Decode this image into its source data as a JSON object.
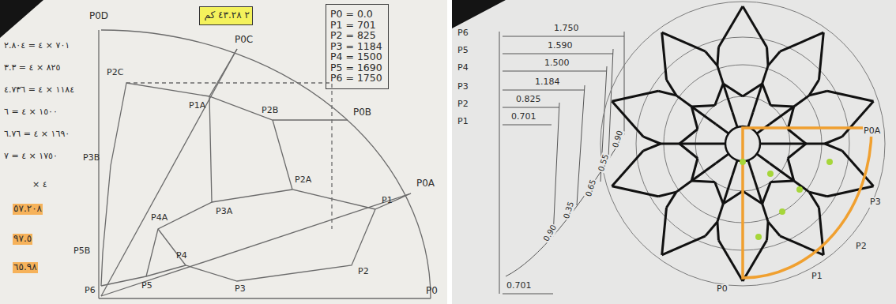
{
  "diagram": {
    "nodes": [
      {
        "text": [
          "P0 = 0.0",
          "P1 = 701",
          "P2 = 825",
          "P3 = 1184",
          "P4 = 1500",
          "P5 = 1690",
          "P6 = 1750"
        ]
      },
      {
        "text": [
          "٢ ٤٣.٢٨ كم"
        ]
      }
    ],
    "labels": [
      "P0D",
      "P0C",
      "P0B",
      "P0A",
      "P0",
      "P1",
      "P2",
      "P3",
      "P4",
      "P5",
      "P6",
      "P5B",
      "P4A",
      "P3A",
      "P3B",
      "P2C",
      "P1A",
      "P2B",
      "P2A",
      "٧٠١ × ٤ = ٢.٨٠٤",
      "٨٢٥ × ٤ = ٣.٣",
      "١١٨٤ × ٤ = ٤.٧٣٦",
      "١٥٠٠ × ٤ = ٦",
      "١٦٩٠ × ٤ = ٦.٧٦",
      "١٧٥٠ × ٤ = ٧",
      "× ٤",
      "٥٧.٢٠٨",
      "٩٧.٥",
      "٦٥.٩٨",
      "P6",
      "P5",
      "P4",
      "P3",
      "P2",
      "P1",
      "1.750",
      "1.590",
      "1.500",
      "1.184",
      "0.825",
      "0.701",
      "0.90",
      "0.55",
      "0.65",
      "0.35",
      "0.90",
      "0.701",
      "P0",
      "P0A",
      "P3",
      "P2",
      "P1"
    ]
  }
}
